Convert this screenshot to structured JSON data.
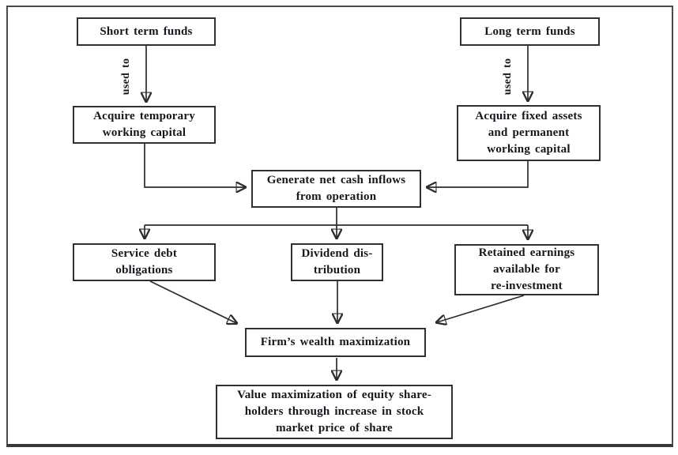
{
  "diagram": {
    "title": "Flow of funds: wealth maximization flowchart",
    "nodes": {
      "short_term_funds": {
        "label": "Short term funds"
      },
      "long_term_funds": {
        "label": "Long term funds"
      },
      "used_to_left": {
        "label": "used to"
      },
      "used_to_right": {
        "label": "used to"
      },
      "acquire_temporary": {
        "label": "Acquire temporary\nworking capital"
      },
      "acquire_fixed": {
        "label": "Acquire fixed assets\nand permanent\nworking capital"
      },
      "generate_net_cash": {
        "label": "Generate net cash inflows\nfrom operation"
      },
      "service_debt": {
        "label": "Service debt\nobligations"
      },
      "dividend_distribution": {
        "label": "Dividend dis-\ntribution"
      },
      "retained_earnings": {
        "label": "Retained earnings\navailable for\nre-investment"
      },
      "firms_wealth": {
        "label": "Firm’s wealth maximization"
      },
      "value_maximization": {
        "label": "Value maximization of equity share-\nholders through increase in stock\nmarket price of share"
      }
    },
    "colors": {
      "line": "#2c2c31",
      "box_border": "#2e2e34",
      "text": "#16161e",
      "frame_border": "#4a4a4e",
      "background": "#ffffff"
    }
  }
}
